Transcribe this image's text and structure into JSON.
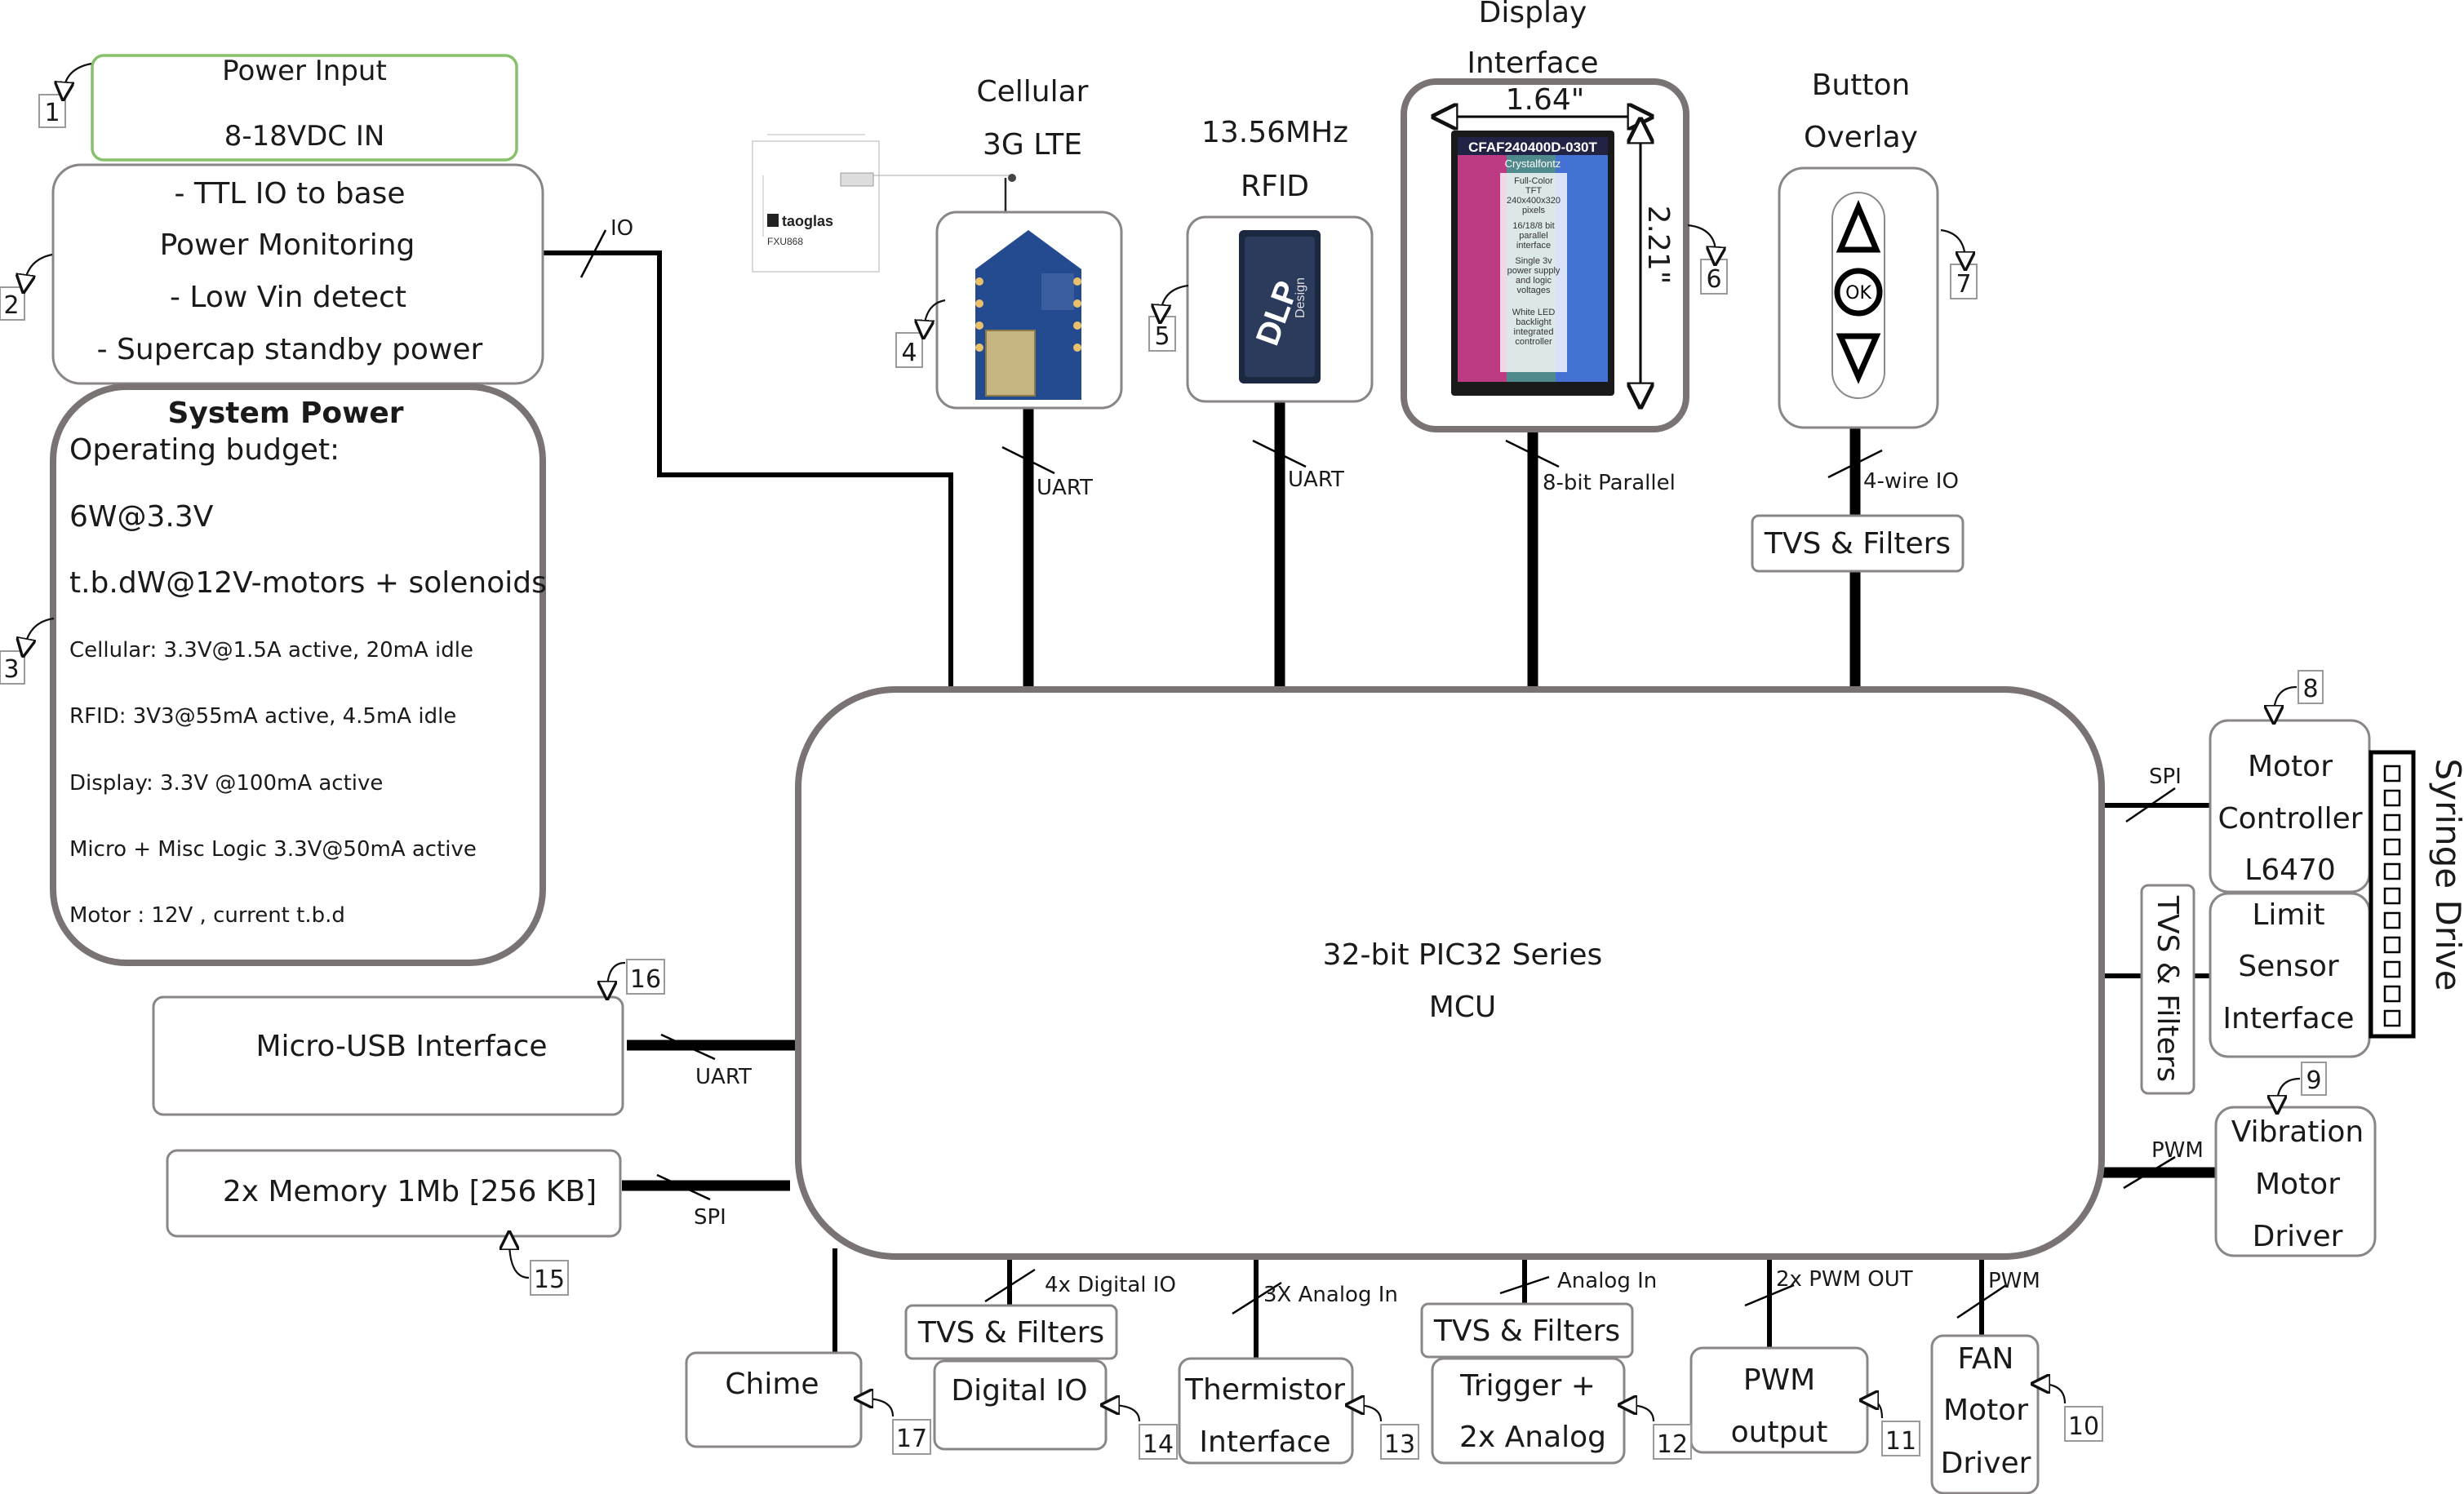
{
  "power_input": {
    "title": "Power Input",
    "value": "8-18VDC IN",
    "tag": "1"
  },
  "base_io": {
    "lines": [
      "- TTL IO to base",
      "Power Monitoring",
      "- Low Vin detect",
      "- Supercap standby power"
    ],
    "tag": "2",
    "bus_label": "IO"
  },
  "system_power": {
    "title": "System Power",
    "lines": [
      "Operating budget:",
      "6W@3.3V",
      "t.b.dW@12V-motors + solenoids"
    ],
    "small_lines": [
      "Cellular: 3.3V@1.5A active, 20mA idle",
      "RFID: 3V3@55mA active, 4.5mA idle",
      "Display: 3.3V @100mA active",
      "Micro + Misc Logic 3.3V@50mA active",
      "Motor : 12V , current t.b.d"
    ],
    "tag": "3"
  },
  "cellular": {
    "title1": "Cellular",
    "title2": "3G LTE",
    "bus_label": "UART",
    "tag": "4",
    "antenna_brand": "taoglas",
    "antenna_model": "FXU868"
  },
  "rfid": {
    "title1": "13.56MHz",
    "title2": "RFID",
    "bus_label": "UART",
    "tag": "5",
    "module_text": "DLP",
    "module_sub": "Design"
  },
  "display": {
    "title1": "Display",
    "title2": "Interface",
    "width_label": "1.64\"",
    "height_label": "2.21\"",
    "bus_label": "8-bit Parallel",
    "tag": "6",
    "screen_model": "CFAF240400D-030T",
    "screen_brand": "Crystalfontz",
    "screen_lines": [
      "Full-Color",
      "TFT",
      "240x400x320",
      "pixels",
      "16/18/8 bit",
      "parallel",
      "interface",
      "Single 3v",
      "power supply",
      "and logic",
      "voltages",
      "White LED",
      "backlight",
      "integrated",
      "controller"
    ]
  },
  "button_overlay": {
    "title1": "Button",
    "title2": "Overlay",
    "ok_label": "OK",
    "bus_label": "4-wire IO",
    "filter_label": "TVS & Filters",
    "tag": "7"
  },
  "mcu": {
    "line1": "32-bit PIC32 Series",
    "line2": "MCU"
  },
  "motor_controller": {
    "lines": [
      "Motor",
      "Controller",
      "L6470"
    ],
    "bus_label": "SPI",
    "tag": "8"
  },
  "limit_sensor": {
    "lines": [
      "Limit",
      "Sensor",
      "Interface"
    ],
    "filter_label": "TVS & Filters"
  },
  "syringe_drive": {
    "label": "Syringe Drive"
  },
  "vibration_motor": {
    "lines": [
      "Vibration",
      "Motor",
      "Driver"
    ],
    "bus_label": "PWM",
    "tag": "9"
  },
  "fan_motor": {
    "lines": [
      "FAN",
      "Motor",
      "Driver"
    ],
    "bus_label": "PWM",
    "tag": "10"
  },
  "pwm_output": {
    "lines": [
      "PWM",
      "output"
    ],
    "bus_label": "2x PWM OUT",
    "tag": "11"
  },
  "trigger_analog": {
    "lines": [
      "Trigger +",
      "2x  Analog"
    ],
    "bus_label": "Analog In",
    "filter_label": "TVS & Filters",
    "tag": "12"
  },
  "thermistor": {
    "lines": [
      "Thermistor",
      "Interface"
    ],
    "bus_label": "3X Analog In",
    "tag": "13"
  },
  "digital_io": {
    "label": "Digital IO",
    "bus_label": "4x Digital IO",
    "filter_label": "TVS & Filters",
    "tag": "14"
  },
  "memory": {
    "label": "2x Memory 1Mb [256 KB]",
    "bus_label": "SPI",
    "tag": "15"
  },
  "micro_usb": {
    "label": "Micro-USB Interface",
    "bus_label": "UART",
    "tag": "16"
  },
  "chime": {
    "label": "Chime",
    "tag": "17"
  }
}
